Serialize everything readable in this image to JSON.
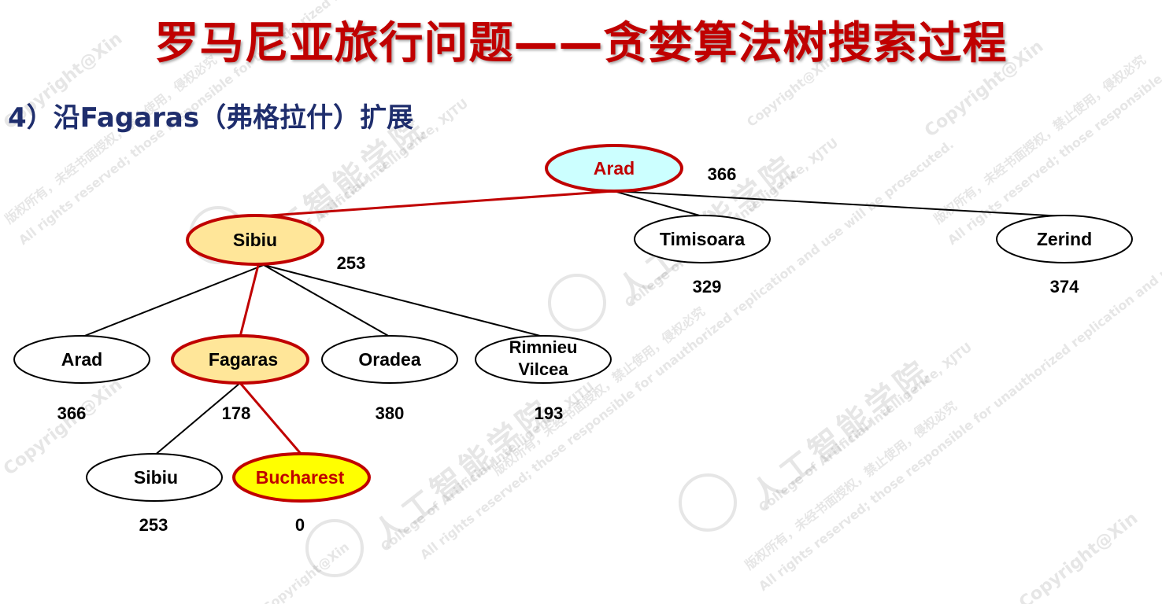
{
  "title": "罗马尼亚旅行问题——贪婪算法树搜索过程",
  "subtitle": "4）沿Fagaras（弗格拉什）扩展",
  "colors": {
    "title": "#c00000",
    "subtitle": "#1f2e6d",
    "red_edge": "#c00000",
    "root_fill": "#ccffff",
    "expanded_fill": "#ffe699",
    "goal_fill": "#ffff00",
    "goal_text": "#c00000"
  },
  "nodes": {
    "arad_root": {
      "label": "Arad",
      "h": "366"
    },
    "sibiu": {
      "label": "Sibiu",
      "h": "253"
    },
    "timisoara": {
      "label": "Timisoara",
      "h": "329"
    },
    "zerind": {
      "label": "Zerind",
      "h": "374"
    },
    "arad2": {
      "label": "Arad",
      "h": "366"
    },
    "fagaras": {
      "label": "Fagaras",
      "h": "178"
    },
    "oradea": {
      "label": "Oradea",
      "h": "380"
    },
    "rimnieu": {
      "label1": "Rimnieu",
      "label2": "Vilcea",
      "h": "193"
    },
    "sibiu2": {
      "label": "Sibiu",
      "h": "253"
    },
    "bucharest": {
      "label": "Bucharest",
      "h": "0"
    }
  },
  "watermark": {
    "copyright": "Copyright@Xin",
    "college_cn": "人工智能学院",
    "college_en": "College of Artificial Intelligence, XJTU",
    "rights_cn": "版权所有，未经书面授权，禁止使用，侵权必究",
    "rights_en": "All rights reserved; those responsible for unauthorized replication and use will be prosecuted."
  }
}
